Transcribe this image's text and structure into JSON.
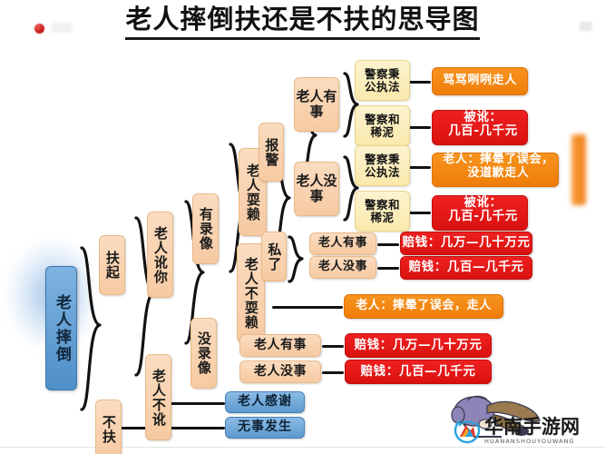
{
  "title": "老人摔倒扶还是不扶的思导图",
  "diagram": {
    "root": "老人摔倒",
    "level1": {
      "help": "扶起",
      "no_help": "不扶"
    },
    "level2": {
      "accuse": "老人讹你",
      "no_accuse": "老人不讹"
    },
    "level3": {
      "video": "有录像",
      "no_video": "没录像"
    },
    "level4": {
      "shameless": "老人耍赖",
      "not_shameless": "老人不耍赖"
    },
    "level5": {
      "police": "报警",
      "private": "私了"
    },
    "injury": {
      "hurt_v": "老人有事",
      "ok_v": "老人没事",
      "hurt_h1": "老人有事",
      "ok_h1": "老人没事",
      "hurt_h2": "老人有事",
      "ok_h2": "老人没事"
    },
    "police_action": {
      "fair_1": [
        "警察秉",
        "公执法"
      ],
      "mud_1": [
        "警察和",
        "稀泥"
      ],
      "fair_2": [
        "警察秉",
        "公执法"
      ],
      "mud_2": [
        "警察和",
        "稀泥"
      ]
    },
    "outcomes": {
      "scold_leave": "骂骂咧咧走人",
      "extort_1": [
        "被讹：",
        "几百-几千元"
      ],
      "misunderstand_noapology": [
        "老人：摔晕了误会，",
        "没道歉走人"
      ],
      "extort_2": [
        "被讹：",
        "几百-几千元"
      ],
      "pay_big_1": "赔钱：几万—几十万元",
      "pay_small_1": "赔钱：几百—几千元",
      "misunderstand_leave": "老人：摔晕了误会，走人",
      "pay_big_2": "赔钱：几万—几十万元",
      "pay_small_2": "赔钱：几百—几千元",
      "thanks": "老人感谢",
      "nothing": "无事发生"
    }
  },
  "watermark": {
    "name": "华南手游网",
    "pinyin": "HUANANSHOUYOUWANG"
  },
  "colors": {
    "peach": "#f6caa2",
    "pale_yellow": "#f9e9ac",
    "blue": "#4f8fc8",
    "orange": "#ef7d09",
    "red": "#d9120f",
    "line": "#121212"
  }
}
